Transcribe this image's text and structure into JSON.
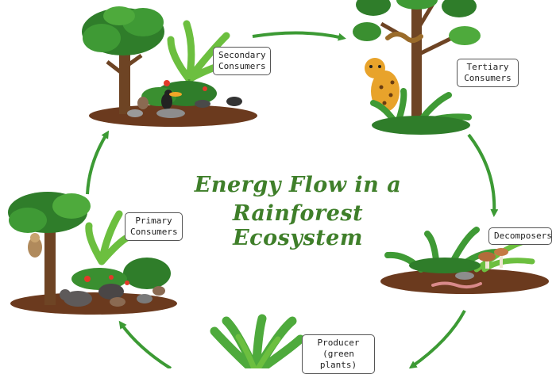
{
  "title": {
    "line1": "Energy Flow in a",
    "line2": "Rainforest Ecosystem"
  },
  "stages": {
    "secondary": {
      "line1": "Secondary",
      "line2": "Consumers"
    },
    "tertiary": {
      "line1": "Tertiary",
      "line2": "Consumers"
    },
    "decomposers": {
      "line1": "Decomposers"
    },
    "producer": {
      "line1": "Producer",
      "line2": "(green plants)"
    },
    "primary": {
      "line1": "Primary",
      "line2": "Consumers"
    }
  },
  "colors": {
    "arrow": "#3c9a34",
    "title": "#3f7f2a",
    "soil": "#6b3a1e",
    "leaf_dark": "#2f7d2a",
    "leaf_light": "#6cbf3f",
    "trunk": "#6e4424"
  },
  "icons": [
    "tree-icon",
    "leopard-icon",
    "snake-icon",
    "toucan-icon",
    "tapir-icon",
    "sloth-icon",
    "mushroom-icon",
    "worm-icon",
    "fern-icon",
    "flower-icon"
  ]
}
